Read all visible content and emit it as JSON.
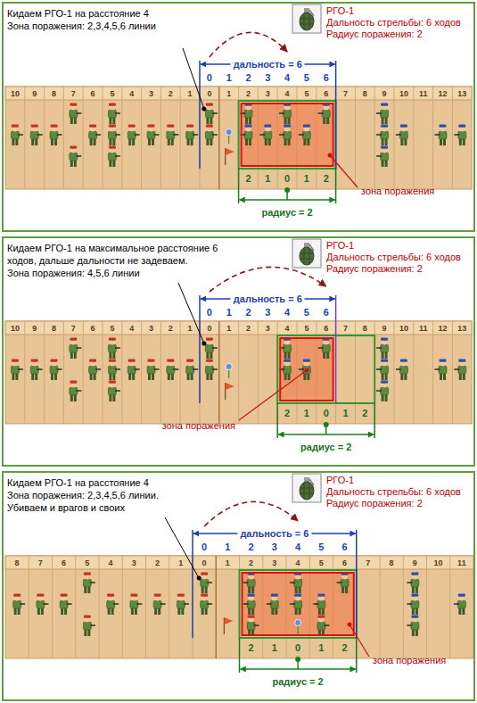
{
  "diagram": {
    "nodes": [
      {
        "text": [
          "Кидаем РГО-1 на расстояние 4",
          "Зона поражения: 2,3,4,5,6 линии",
          "РГО-1",
          "Дальность стрельбы: 6 ходов",
          "Радиус поражения: 2"
        ]
      },
      {
        "text": [
          "Кидаем РГО-1 на максимальное расстояние 6 ходов, дальше дальности не задеваем.",
          "Зона поражения: 4,5,6 линии",
          "РГО-1",
          "Дальность стрельбы: 6 ходов",
          "Радиус поражения: 2"
        ]
      },
      {
        "text": [
          "Кидаем РГО-1 на расстояние 4",
          "Зона поражения: 2,3,4,5,6 линии.",
          "Убиваем и врагов и своих",
          "РГО-1",
          "Дальность стрельбы: 6 ходов",
          "Радиус поражения: 2"
        ]
      }
    ],
    "labels": [
      "дальность = 6",
      "0",
      "1",
      "2",
      "3",
      "4",
      "5",
      "6",
      "10",
      "9",
      "8",
      "7",
      "6",
      "5",
      "4",
      "3",
      "2",
      "1",
      "0",
      "1",
      "2",
      "3",
      "4",
      "5",
      "6",
      "7",
      "8",
      "9",
      "10",
      "11",
      "12",
      "13",
      "2",
      "1",
      "0",
      "1",
      "2",
      "зона поражения",
      "радиус = 2",
      "дальность = 6",
      "0",
      "1",
      "2",
      "3",
      "4",
      "5",
      "6",
      "10",
      "9",
      "8",
      "7",
      "6",
      "5",
      "4",
      "3",
      "2",
      "1",
      "0",
      "1",
      "2",
      "3",
      "4",
      "5",
      "6",
      "7",
      "8",
      "9",
      "10",
      "11",
      "12",
      "13",
      "2",
      "1",
      "0",
      "1",
      "2",
      "зона поражения",
      "радиус = 2",
      "дальность = 6",
      "0",
      "1",
      "2",
      "3",
      "4",
      "5",
      "6",
      "8",
      "7",
      "6",
      "5",
      "4",
      "3",
      "2",
      "1",
      "0",
      "1",
      "2",
      "3",
      "4",
      "5",
      "6",
      "7",
      "8",
      "9",
      "10",
      "11",
      "2",
      "1",
      "0",
      "1",
      "2",
      "зона поражения",
      "радиус = 2"
    ]
  }
}
